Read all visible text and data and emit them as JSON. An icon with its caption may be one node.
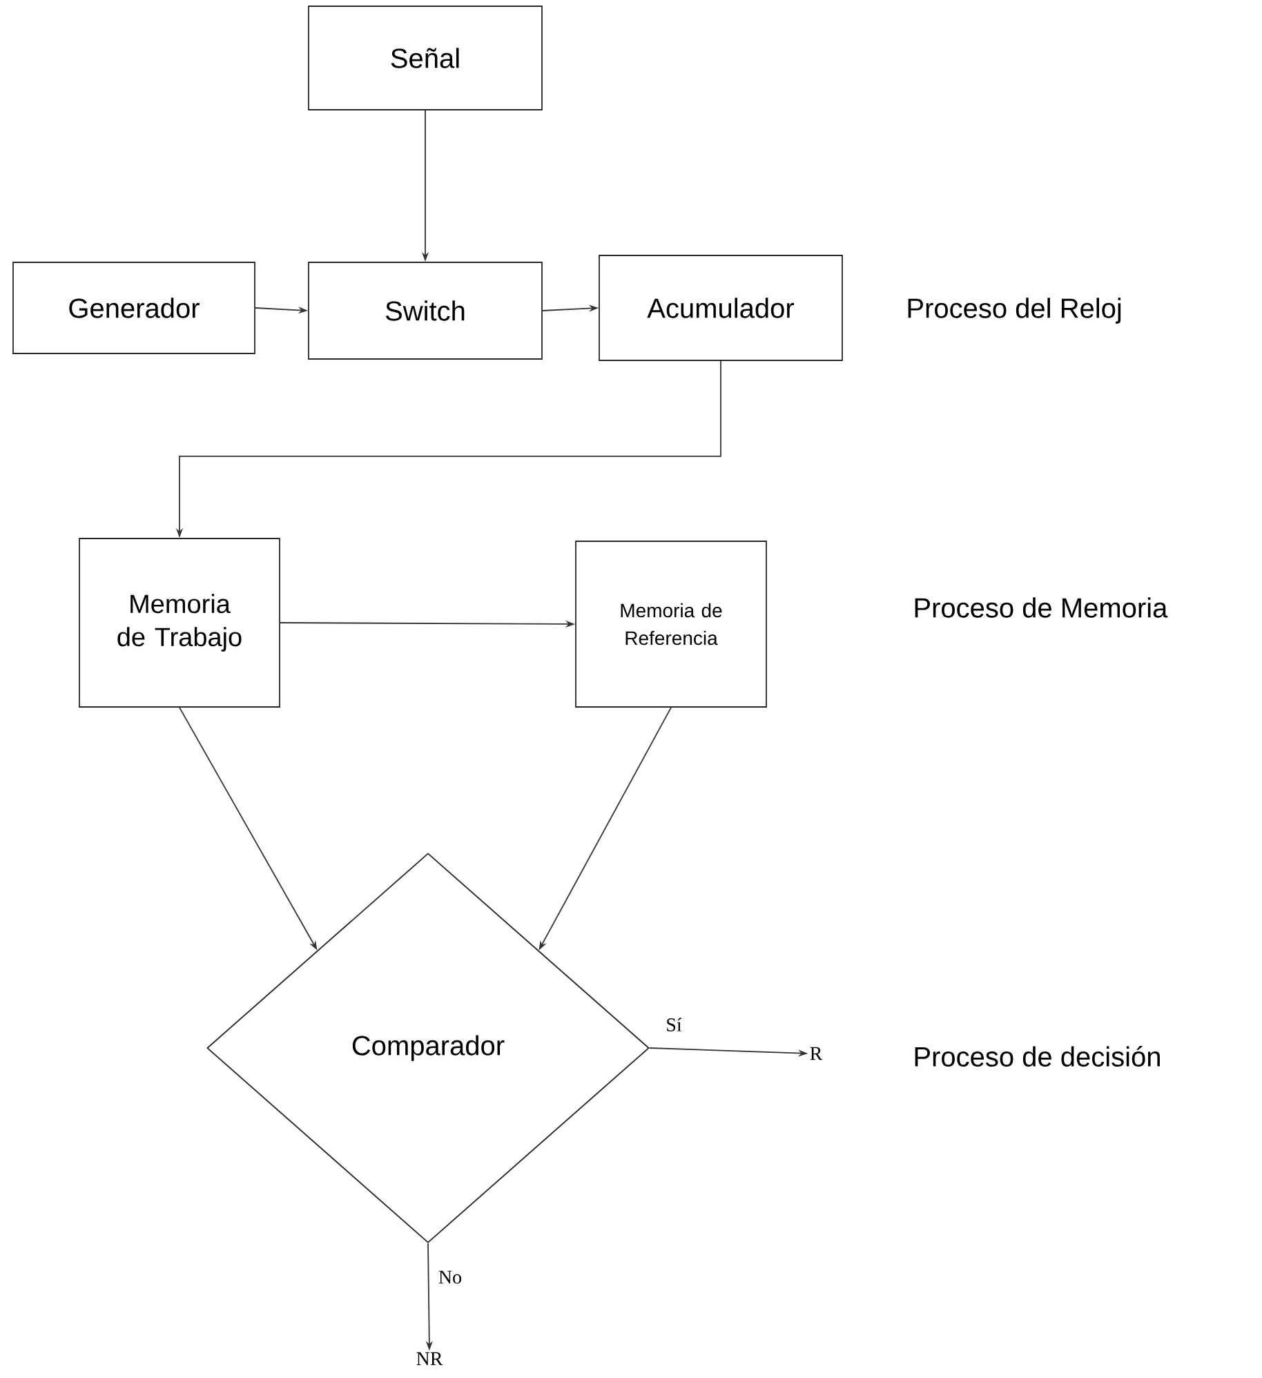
{
  "diagram": {
    "nodes": [
      {
        "text": [
          "Señal"
        ]
      },
      {
        "text": [
          "Generador"
        ]
      },
      {
        "text": [
          "Switch"
        ]
      },
      {
        "text": [
          "Acumulador"
        ]
      },
      {
        "text": [
          "Memoria de Trabajo"
        ]
      },
      {
        "text": [
          "Memoria de Referencia"
        ]
      },
      {
        "text": [
          "Comparador"
        ]
      },
      {
        "text": [
          "R"
        ]
      },
      {
        "text": [
          "NR"
        ]
      }
    ],
    "edges": [
      {
        "from": 0,
        "to": 2,
        "arrow": "to"
      },
      {
        "from": 1,
        "to": 2,
        "arrow": "to"
      },
      {
        "from": 2,
        "to": 3,
        "arrow": "to"
      },
      {
        "from": 3,
        "to": 4,
        "arrow": "to"
      },
      {
        "from": 4,
        "to": 5,
        "arrow": "to"
      },
      {
        "from": 4,
        "to": 6,
        "arrow": "to"
      },
      {
        "from": 5,
        "to": 6,
        "arrow": "to"
      },
      {
        "from": 6,
        "to": 7,
        "arrow": "to",
        "label": "Sí"
      },
      {
        "from": 6,
        "to": 8,
        "arrow": "to",
        "label": "No"
      }
    ],
    "labels": [
      "Proceso del Reloj",
      "Proceso de Memoria",
      "Proceso de decisión"
    ]
  }
}
